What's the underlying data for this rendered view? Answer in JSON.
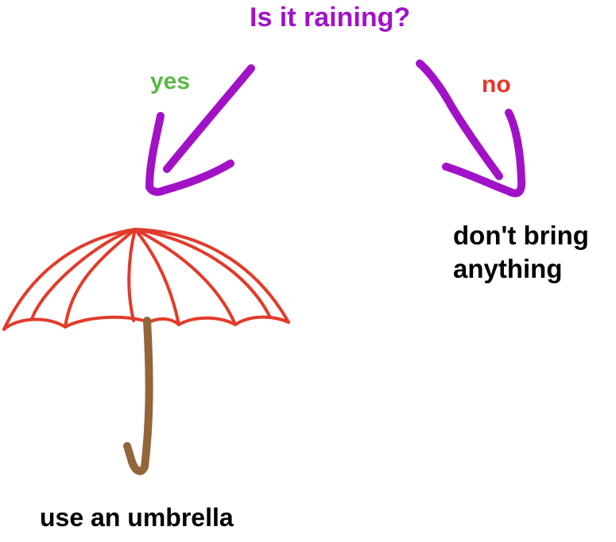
{
  "question": {
    "text": "Is it raining?",
    "color": "#a112c7"
  },
  "branches": {
    "yes": {
      "label": "yes",
      "color": "#5cb847",
      "outcome": "use an umbrella",
      "icon": "umbrella-icon"
    },
    "no": {
      "label": "no",
      "color": "#e5372a",
      "outcome_lines": [
        "don't bring",
        "anything"
      ]
    }
  },
  "colors": {
    "arrow": "#a112c7",
    "umbrella_canopy": "#e23b2b",
    "umbrella_handle": "#946538",
    "outcome_text": "#000000"
  }
}
